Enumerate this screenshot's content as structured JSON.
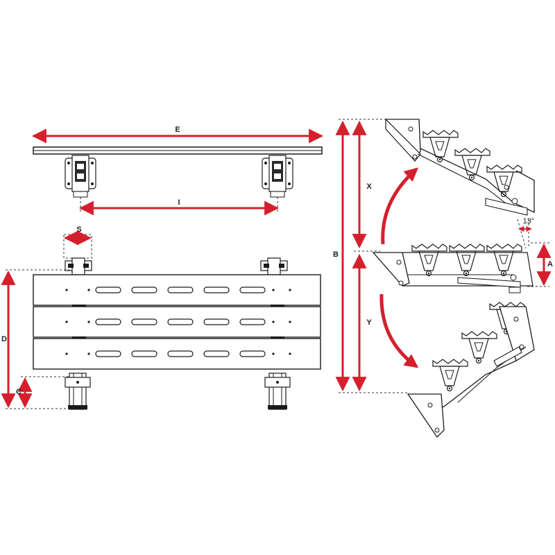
{
  "colors": {
    "dimension": "#d41f2d",
    "outline": "#1a1a1a",
    "guide": "#333333",
    "background": "#ffffff"
  },
  "labels": {
    "E": "E",
    "I": "I",
    "S": "S",
    "D": "D",
    "C": "C",
    "B": "B",
    "X": "X",
    "Y": "Y",
    "A": "A",
    "angle": "13°"
  },
  "views": {
    "top_view": {
      "brackets": 2
    },
    "front_view": {
      "steps": 3,
      "slots_per_step": 5
    },
    "side_view": {
      "positions": [
        "raised",
        "level",
        "lowered"
      ]
    }
  }
}
